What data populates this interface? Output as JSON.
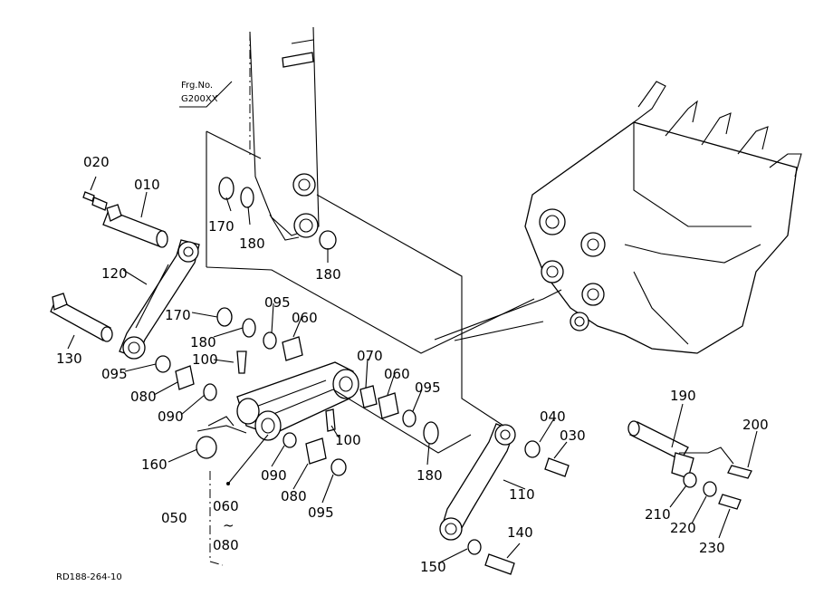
{
  "figure": {
    "fig_no_line1": "Frg.No.",
    "fig_no_line2": "G200XX",
    "reference": "RD188-264-10"
  },
  "callouts": {
    "p010": "010",
    "p020": "020",
    "p030": "030",
    "p040": "040",
    "p050": "050",
    "p060a": "060",
    "p060b": "060",
    "p060c": "060",
    "p070": "070",
    "p080a": "080",
    "p080b": "080",
    "p080c": "080",
    "p090a": "090",
    "p090b": "090",
    "p095a": "095",
    "p095b": "095",
    "p095c": "095",
    "p095d": "095",
    "p100a": "100",
    "p100b": "100",
    "p110": "110",
    "p120": "120",
    "p130": "130",
    "p140": "140",
    "p150": "150",
    "p160": "160",
    "p170a": "170",
    "p170b": "170",
    "p180a": "180",
    "p180b": "180",
    "p180c": "180",
    "p180d": "180",
    "p190": "190",
    "p200": "200",
    "p210": "210",
    "p220": "220",
    "p230": "230",
    "range_sep": "~"
  }
}
